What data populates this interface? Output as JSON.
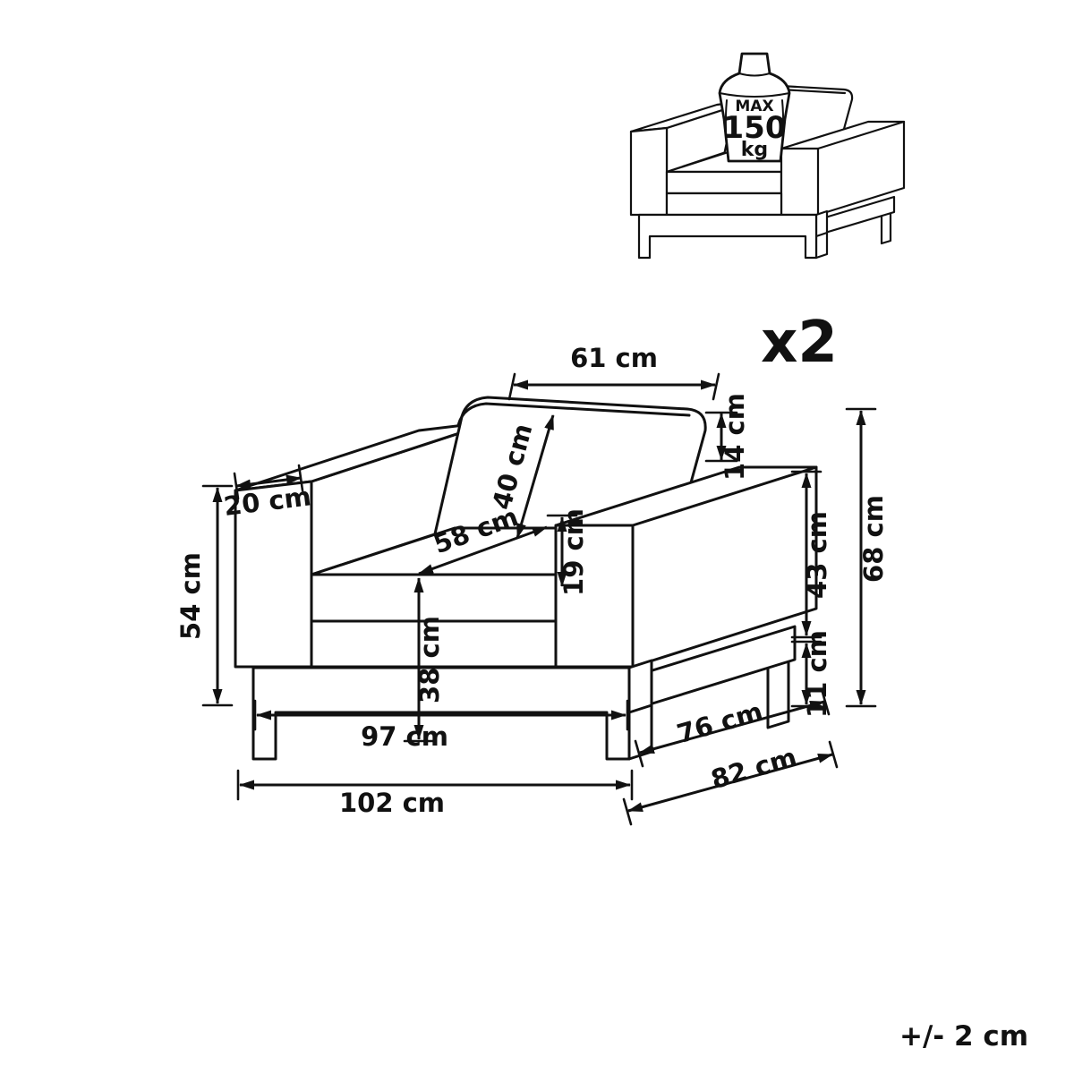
{
  "page": {
    "background_color": "#ffffff",
    "line_color": "#111111"
  },
  "header": {
    "quantity_label": "x2"
  },
  "max_load_badge": {
    "line1": "MAX",
    "line2": "150",
    "line3": "kg"
  },
  "dimensions": {
    "backrest_width": "61 cm",
    "backrest_above_armrest": "14 cm",
    "backrest_depth": "40 cm",
    "armrest_width": "20 cm",
    "seat_depth": "58 cm",
    "seat_cushion_thickness": "19 cm",
    "armrest_height": "54 cm",
    "seat_height": "38 cm",
    "armrest_above_base": "43 cm",
    "base_height": "11 cm",
    "overall_height": "68 cm",
    "base_width": "97 cm",
    "overall_width": "102 cm",
    "base_depth": "76 cm",
    "overall_depth": "82 cm"
  },
  "footer": {
    "tolerance_label": "+/- 2 cm"
  }
}
